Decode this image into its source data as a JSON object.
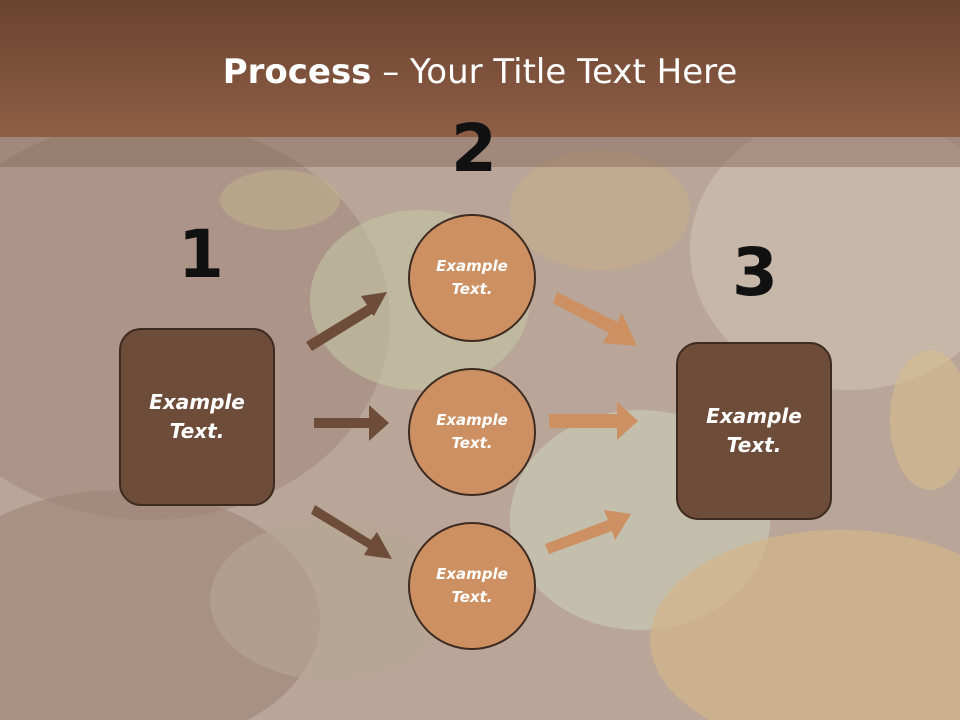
{
  "title": {
    "bold": "Process",
    "rest": " – Your Title Text Here"
  },
  "steps": {
    "one": "1",
    "two": "2",
    "three": "3"
  },
  "left_box": "Example\nText.",
  "circles": [
    "Example\nText.",
    "Example\nText.",
    "Example\nText."
  ],
  "right_box": "Example\nText.",
  "colors": {
    "header": "#8e5e45",
    "box": "#6e4c3a",
    "circle": "#cc9062",
    "arrow_dark": "#6e4c3a",
    "arrow_light": "#cc9062"
  }
}
